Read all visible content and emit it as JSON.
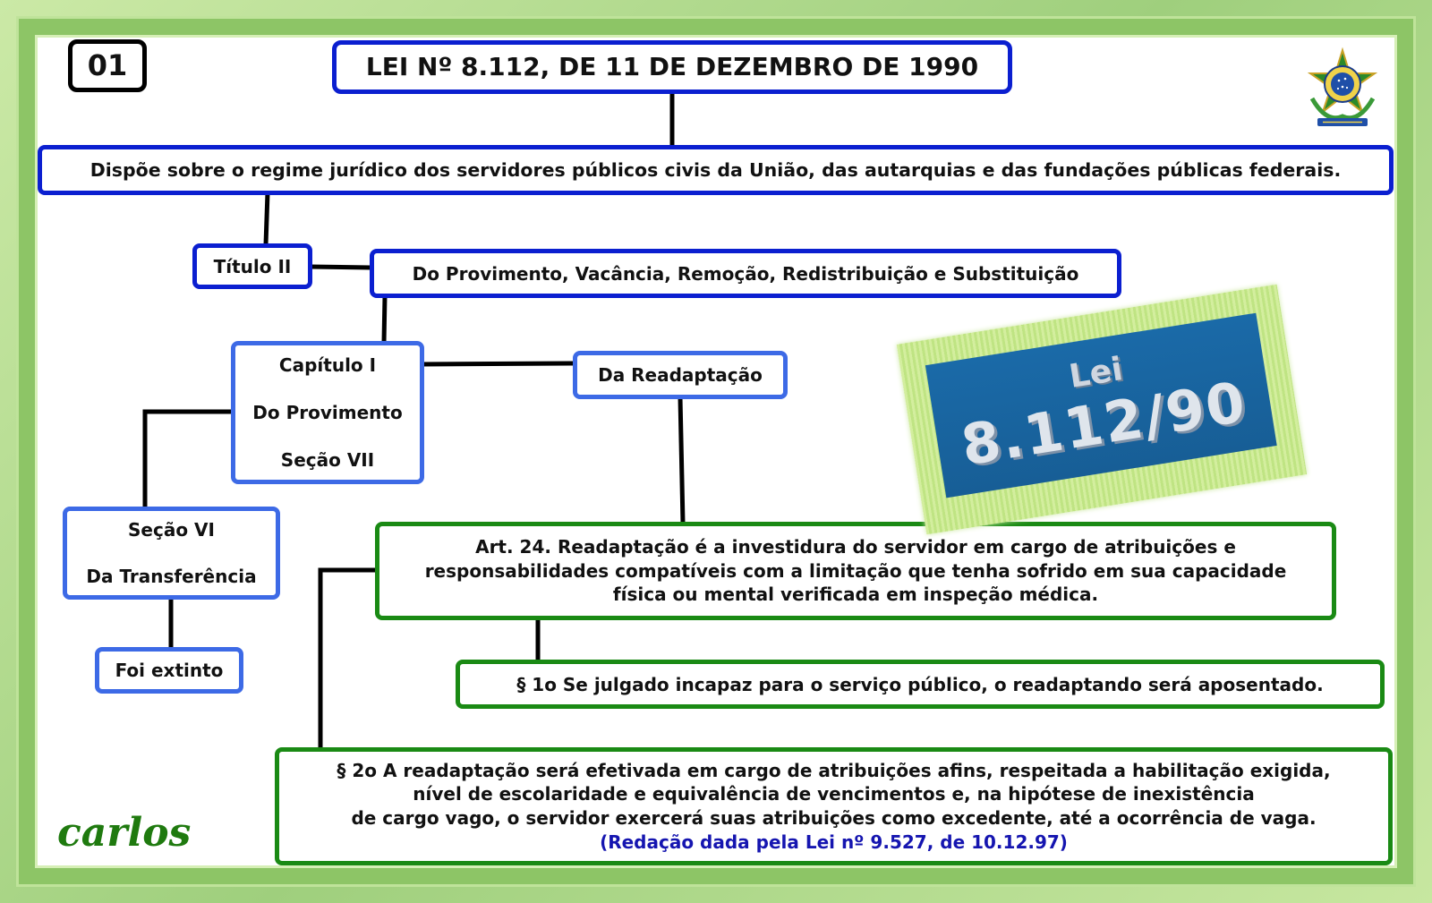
{
  "slide_number": "01",
  "law_title": "LEI Nº 8.112, DE 11 DE DEZEMBRO DE 1990",
  "law_summary": "Dispõe sobre o regime jurídico dos servidores públicos civis da União, das autarquias e das fundações públicas federais.",
  "titulo": {
    "label": "Título II",
    "name": "Do Provimento, Vacância, Remoção, Redistribuição e Substituição"
  },
  "capitulo": {
    "line1": "Capítulo I",
    "line2": "Do Provimento",
    "line3": "Seção VII"
  },
  "secao_vii_name": "Da Readaptação",
  "secao_vi": {
    "line1": "Seção VI",
    "line2": "Da Transferência",
    "status": "Foi extinto"
  },
  "art24": {
    "line1": "Art. 24.  Readaptação é a investidura do servidor em cargo de atribuições e",
    "line2": "responsabilidades compatíveis com a limitação que tenha sofrido em sua capacidade",
    "line3": "física ou mental verificada em inspeção médica."
  },
  "par1": "§ 1o  Se julgado incapaz para o serviço público, o readaptando será aposentado.",
  "par2": {
    "line1": "§ 2o  A readaptação será efetivada em cargo de atribuições afins, respeitada a habilitação exigida,",
    "line2": "nível de escolaridade e equivalência de vencimentos e, na hipótese de inexistência",
    "line3": "de cargo vago, o servidor exercerá suas atribuições como excedente, até a ocorrência de vaga.",
    "amendment": "(Redação dada pela Lei nº 9.527, de 10.12.97)"
  },
  "badge": {
    "line1": "Lei",
    "line2": "8.112/90"
  },
  "signature": "carlos",
  "colors": {
    "frame": "#8dc566",
    "navy_border": "#0b1fd0",
    "blue_border": "#3d6ae6",
    "green_border": "#1a8a14",
    "connector": "#000000",
    "amendment_text": "#1515b0",
    "badge_bg": "#1a6aa8",
    "signature": "#1f7a0f"
  },
  "icons": {
    "emblem": "brazil-coat-of-arms-icon"
  }
}
